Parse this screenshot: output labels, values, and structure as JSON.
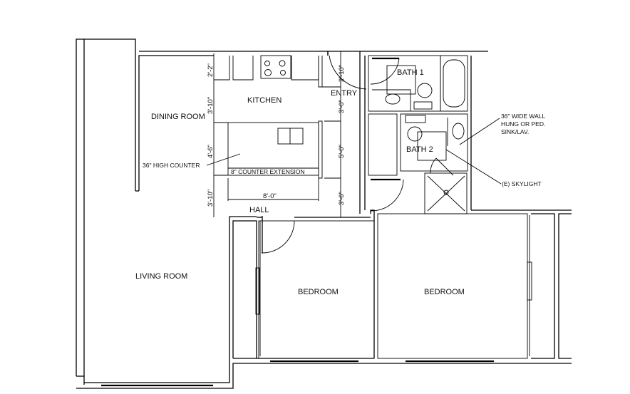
{
  "rooms": {
    "dining_room": "DINING ROOM",
    "kitchen": "KITCHEN",
    "entry": "ENTRY",
    "hall": "HALL",
    "bath1": "BATH 1",
    "bath2": "BATH 2",
    "living_room": "LIVING ROOM",
    "bedroom1": "BEDROOM",
    "bedroom2": "BEDROOM"
  },
  "notes": {
    "high_counter": "36\" HIGH COUNTER",
    "counter_extension": "8\" COUNTER EXTENSION",
    "sink_line1": "36\" WIDE WALL",
    "sink_line2": "HUNG OR PED.",
    "sink_line3": "SINK/LAV.",
    "skylight": "(E) SKYLIGHT"
  },
  "dimensions": {
    "left": [
      "2'-2\"",
      "3'-10\"",
      "4'-6\"",
      "3'-10\""
    ],
    "right": [
      "2'-10\"",
      "3'-0\"",
      "5'-0\"",
      "3'-6\""
    ],
    "island_width": "8'-0\""
  }
}
